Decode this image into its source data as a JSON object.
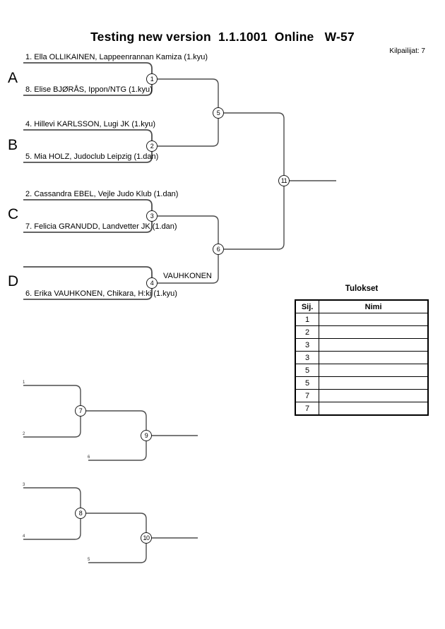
{
  "header": {
    "title": "Testing new version  1.1.1001  Online   W-57",
    "competitors": "Kilpailijat: 7"
  },
  "bracket": {
    "pools": [
      {
        "letter": "A",
        "top": "1. Ella OLLIKAINEN, Lappeenrannan Kamiza (1.kyu)",
        "bottom": "8. Elise BJØRÅS, Ippon/NTG (1.kyu)",
        "match": "1"
      },
      {
        "letter": "B",
        "top": "4. Hillevi KARLSSON, Lugi JK (1.kyu)",
        "bottom": "5. Mia HOLZ, Judoclub Leipzig (1.dan)",
        "match": "2"
      },
      {
        "letter": "C",
        "top": "2. Cassandra EBEL, Vejle Judo Klub (1.dan)",
        "bottom": "7. Felicia GRANUDD, Landvetter JK (1.dan)",
        "match": "3"
      },
      {
        "letter": "D",
        "top": "",
        "bottom": "6. Erika VAUHKONEN, Chikara, H:ki (1.kyu)",
        "match": "4",
        "winner": "VAUHKONEN"
      }
    ],
    "semifinals": [
      {
        "match": "5"
      },
      {
        "match": "6"
      }
    ],
    "final": {
      "match": "11"
    }
  },
  "repechage": {
    "pool1": {
      "feed_top": "1",
      "feed_bottom": "2",
      "feed_semi": "6",
      "match_first": "7",
      "match_final": "9"
    },
    "pool2": {
      "feed_top": "3",
      "feed_bottom": "4",
      "feed_semi": "5",
      "match_first": "8",
      "match_final": "10"
    }
  },
  "results": {
    "title": "Tulokset",
    "col_place": "Sij.",
    "col_name": "Nimi",
    "rows": [
      {
        "place": "1",
        "name": ""
      },
      {
        "place": "2",
        "name": ""
      },
      {
        "place": "3",
        "name": ""
      },
      {
        "place": "3",
        "name": ""
      },
      {
        "place": "5",
        "name": ""
      },
      {
        "place": "5",
        "name": ""
      },
      {
        "place": "7",
        "name": ""
      },
      {
        "place": "7",
        "name": ""
      }
    ]
  }
}
